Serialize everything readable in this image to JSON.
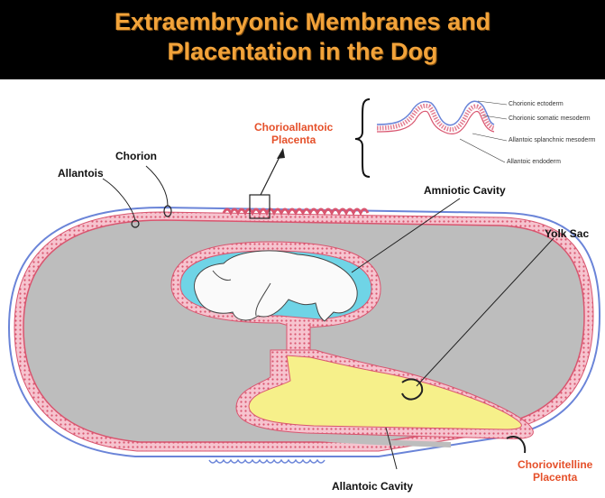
{
  "title": {
    "line1": "Extraembryonic Membranes and",
    "line2": "Placentation in the Dog"
  },
  "labels": {
    "chorion": "Chorion",
    "allantois": "Allantois",
    "chorioallantoic_line1": "Chorioallantoic",
    "chorioallantoic_line2": "Placenta",
    "amniotic_cavity": "Amniotic Cavity",
    "yolk_sac": "Yolk Sac",
    "choriovitelline_line1": "Choriovitelline",
    "choriovitelline_line2": "Placenta",
    "allantoic_cavity": "Allantoic Cavity"
  },
  "inset_labels": {
    "chorionic_ectoderm": "Chorionic ectoderm",
    "chorionic_somatic_mesoderm": "Chorionic somatic mesoderm",
    "allantoic_splanchnic_mesoderm": "Allantoic splanchnic mesoderm",
    "allantoic_endoderm": "Allantoic endoderm"
  },
  "colors": {
    "title": "#f2a33a",
    "label_red": "#e5502a",
    "cavity_gray": "#bdbdbd",
    "amnion_cyan": "#6fd4e6",
    "yolk_yellow": "#f6f08a",
    "membrane_pink": "#e37f93",
    "membrane_blue": "#6a84d8"
  }
}
